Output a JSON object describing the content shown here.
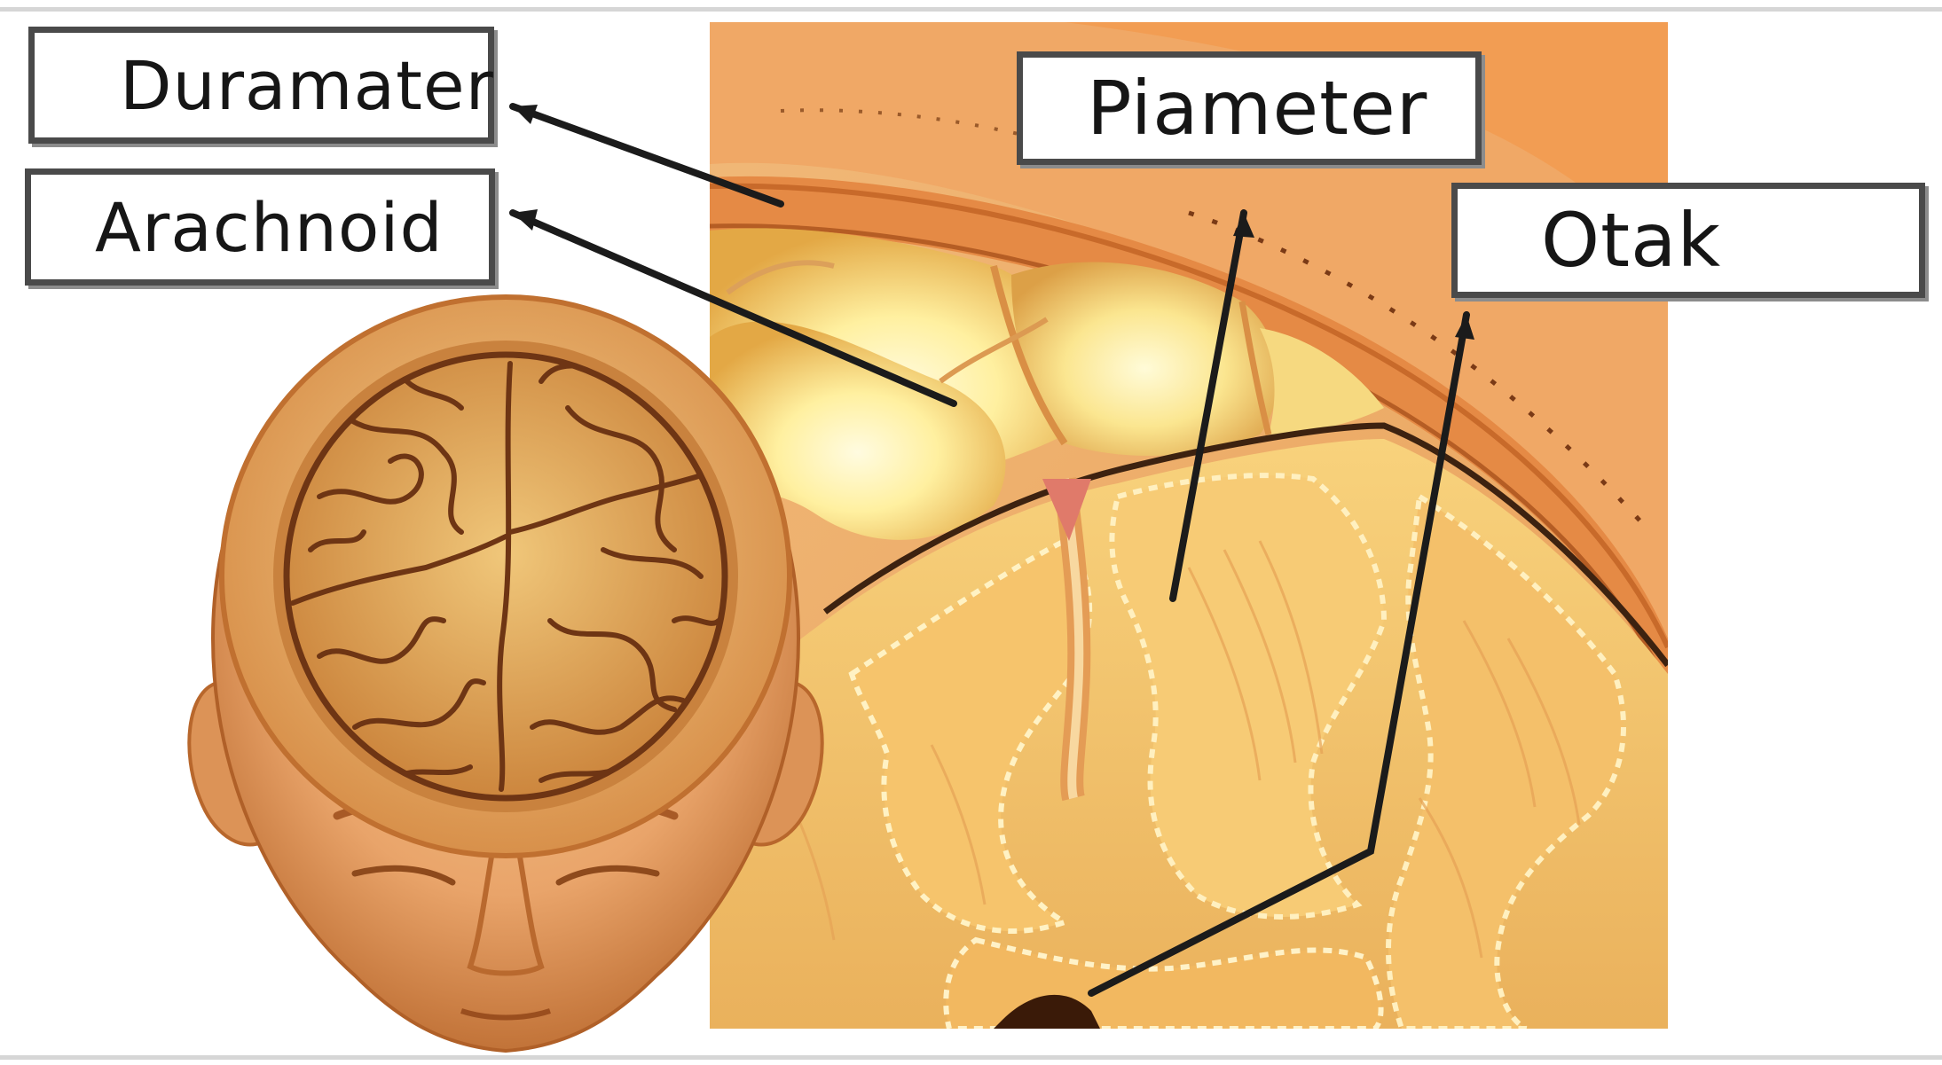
{
  "diagram": {
    "labels": {
      "duramater": "Duramater",
      "arachnoid": "Arachnoid",
      "piameter": "Piameter",
      "otak": "Otak"
    },
    "colors": {
      "skin": "#e9a46a",
      "skin_dark": "#b8672c",
      "brain": "#f2c66a",
      "brain_fold": "#6e3514",
      "csf_space": "#fff1a6",
      "dura_layer": "#e58a45",
      "pointer_line": "#1b1b1b",
      "label_border": "#4a4a4a"
    }
  }
}
